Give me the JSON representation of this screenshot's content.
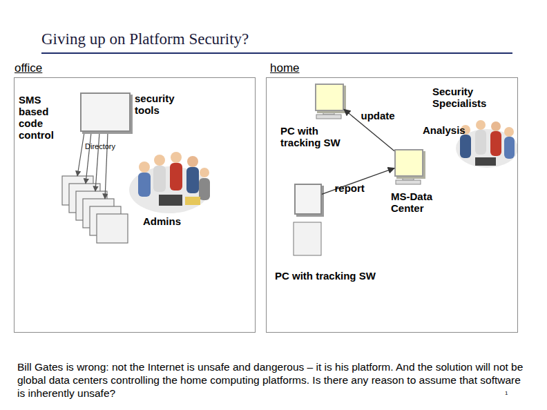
{
  "diagram": {
    "title": "Giving up on Platform Security?",
    "caption": "Bill Gates is wrong: not the Internet is unsafe and dangerous – it is his platform. And the solution will not be global data centers controlling the home computing platforms. Is there any reason to assume that software is inherently unsafe?",
    "nodes": [
      {
        "text": [
          "office"
        ]
      },
      {
        "text": [
          "Directory"
        ],
        "in": 0
      },
      {
        "text": [
          "home"
        ]
      },
      {
        "text": [
          "PC with tracking SW"
        ],
        "in": 2
      },
      {
        "text": [
          "MS-Data Center"
        ],
        "in": 2
      },
      {
        "text": [
          "PC with tracking SW"
        ],
        "in": 2
      }
    ],
    "edges": [
      {
        "from": 4,
        "to": 3,
        "label": "update",
        "arrow": "to"
      },
      {
        "from": 5,
        "to": 4,
        "label": "report",
        "arrow": "to"
      }
    ],
    "labels": [
      "SMS based code control",
      "security tools",
      "Admins",
      "Security Specialists",
      "Analysis",
      "1"
    ]
  }
}
